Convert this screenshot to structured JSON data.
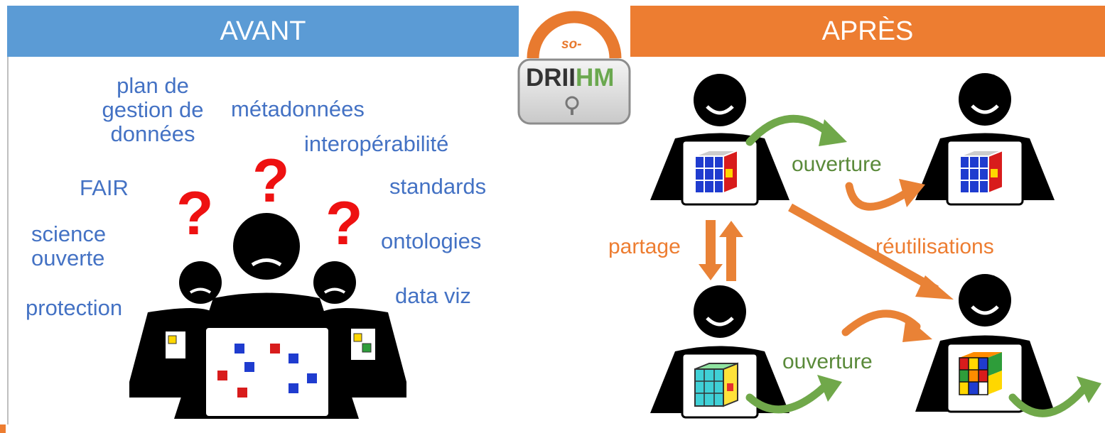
{
  "header": {
    "before_label": "AVANT",
    "after_label": "APRÈS"
  },
  "logo": {
    "prefix": "so-",
    "name_dark": "DRII",
    "name_green": "HM"
  },
  "before": {
    "concepts": [
      "plan de",
      "gestion de",
      "données",
      "métadonnées",
      "interopérabilité",
      "FAIR",
      "standards",
      "science",
      "ouverte",
      "ontologies",
      "protection",
      "data viz"
    ],
    "question_mark": "?"
  },
  "after": {
    "labels": {
      "opening_top": "ouverture",
      "opening_bottom": "ouverture",
      "sharing": "partage",
      "reuses": "réutilisations"
    }
  },
  "colors": {
    "before_header": "#5b9bd5",
    "after_header": "#ed7d31",
    "concept_text": "#4472c4",
    "question_mark": "#ee1111",
    "green_label": "#5a8a3a",
    "orange_label": "#ed7d31",
    "logo_arc": "#e87a2f",
    "logo_green": "#6aa84f"
  },
  "icons": [
    "padlock-icon",
    "person-icon",
    "laptop-icon",
    "rubiks-cube-icon",
    "curved-arrow-icon",
    "straight-arrow-icon"
  ]
}
